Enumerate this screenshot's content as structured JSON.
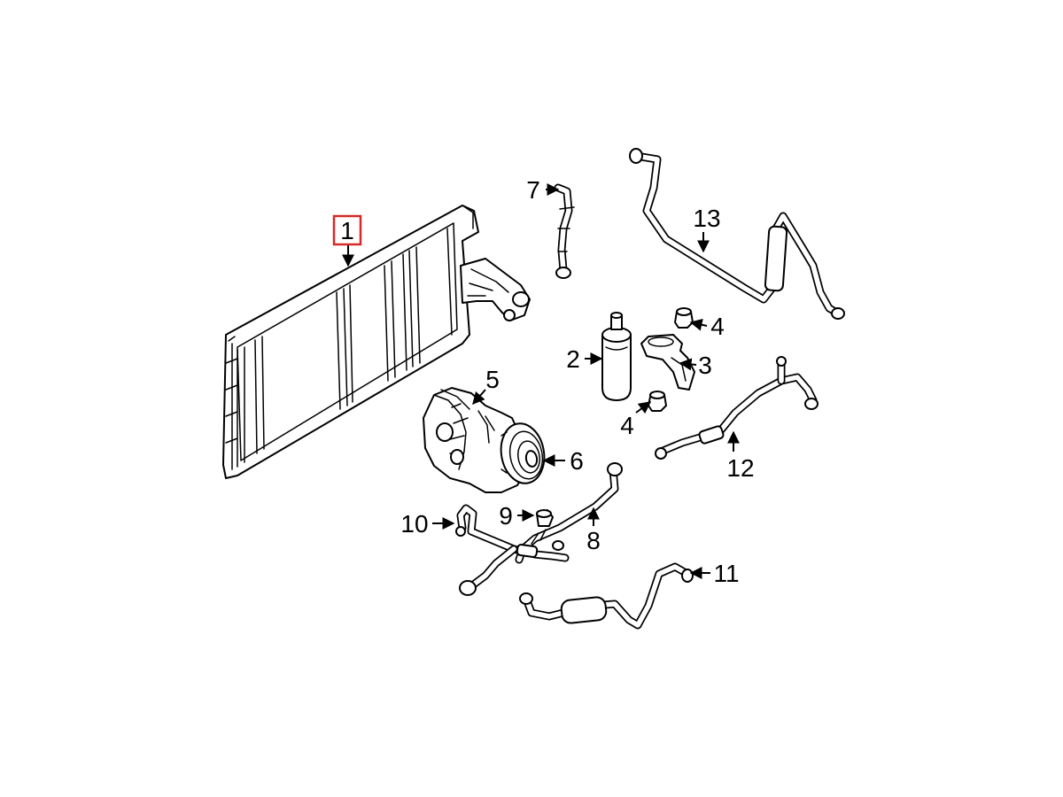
{
  "callouts": [
    {
      "id": "1",
      "label": "1",
      "highlighted": true
    },
    {
      "id": "2",
      "label": "2"
    },
    {
      "id": "3",
      "label": "3"
    },
    {
      "id": "4a",
      "label": "4"
    },
    {
      "id": "4b",
      "label": "4"
    },
    {
      "id": "5",
      "label": "5"
    },
    {
      "id": "6",
      "label": "6"
    },
    {
      "id": "7",
      "label": "7"
    },
    {
      "id": "8",
      "label": "8"
    },
    {
      "id": "9",
      "label": "9"
    },
    {
      "id": "10",
      "label": "10"
    },
    {
      "id": "11",
      "label": "11"
    },
    {
      "id": "12",
      "label": "12"
    },
    {
      "id": "13",
      "label": "13"
    }
  ],
  "colors": {
    "highlight_box": "#d42a2a",
    "line": "#000000",
    "background": "#ffffff"
  }
}
